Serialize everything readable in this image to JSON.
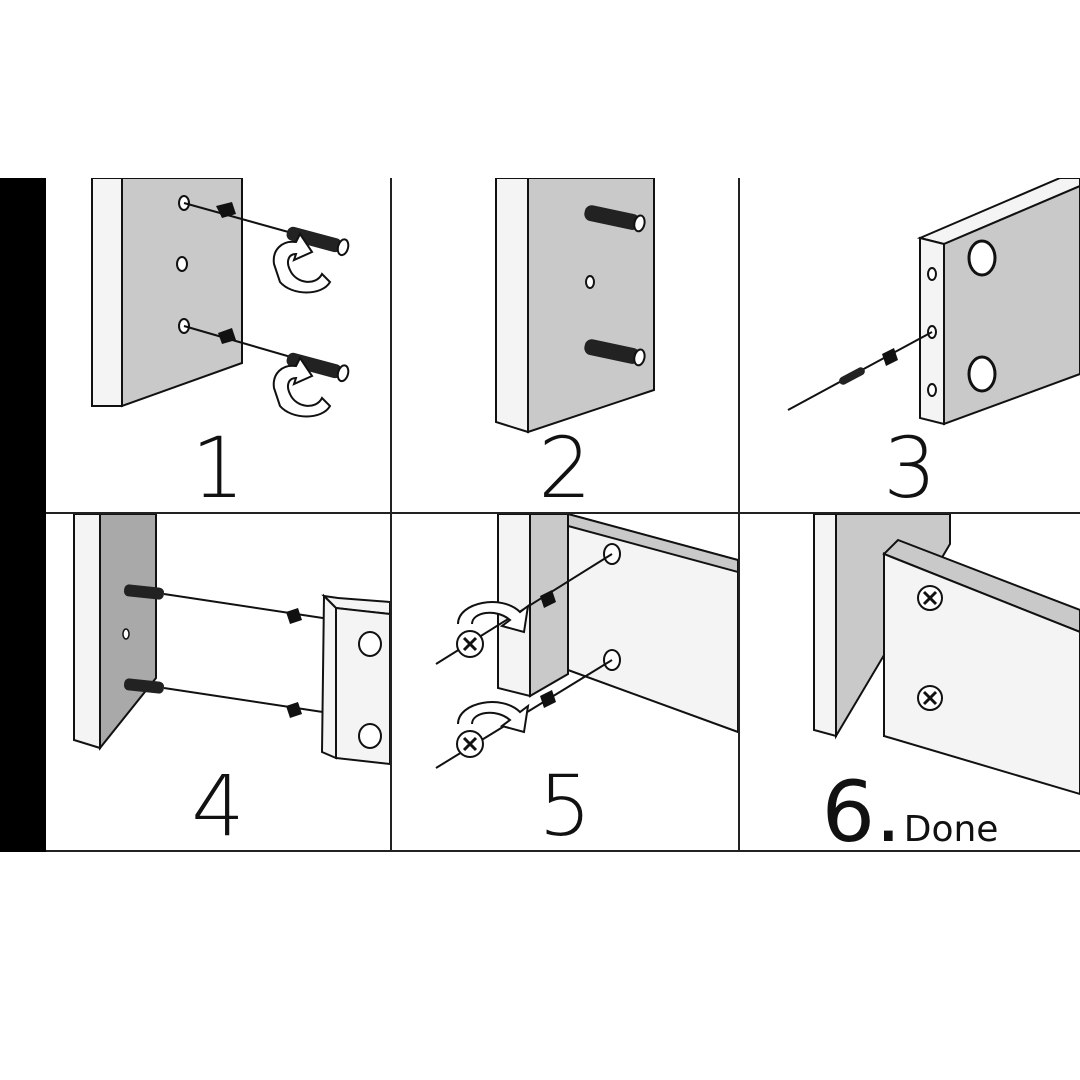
{
  "steps": [
    {
      "label": "1"
    },
    {
      "label": "2"
    },
    {
      "label": "3"
    },
    {
      "label": "4"
    },
    {
      "label": "5"
    },
    {
      "label": "6.",
      "suffix": "Done"
    }
  ],
  "colors": {
    "board": "#c9c9c9",
    "board_dark": "#a9a9a9",
    "edge": "#f4f4f4",
    "line": "#111111",
    "frame": "#222222"
  }
}
